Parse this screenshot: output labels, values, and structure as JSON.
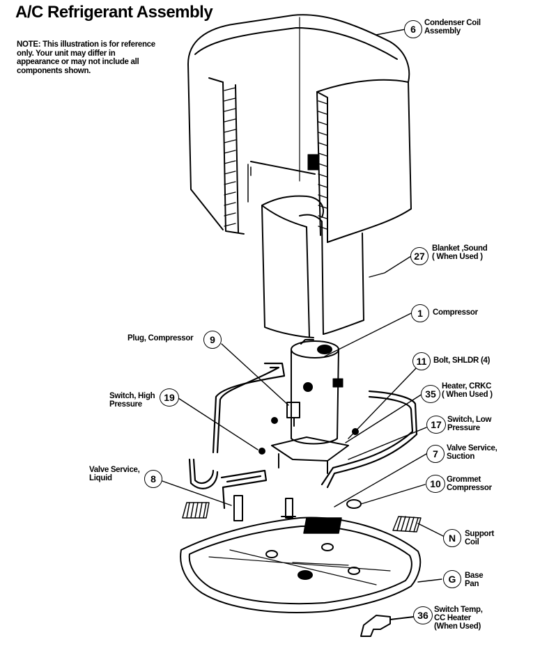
{
  "title": "A/C Refrigerant Assembly",
  "note": "NOTE: This illustration is for reference only. Your unit may differ in appearance or may not include all components shown.",
  "callouts": [
    {
      "num": "6",
      "lines": [
        "Condenser Coil",
        "Assembly"
      ]
    },
    {
      "num": "27",
      "lines": [
        "Blanket ,Sound",
        "( When Used )"
      ]
    },
    {
      "num": "1",
      "lines": [
        "Compressor"
      ]
    },
    {
      "num": "9",
      "lines": [
        "Plug, Compressor"
      ]
    },
    {
      "num": "11",
      "lines": [
        "Bolt, SHLDR (4)"
      ]
    },
    {
      "num": "35",
      "lines": [
        "Heater, CRKC",
        "( When Used )"
      ]
    },
    {
      "num": "19",
      "lines": [
        "Switch, High",
        "Pressure"
      ]
    },
    {
      "num": "17",
      "lines": [
        "Switch, Low",
        "Pressure"
      ]
    },
    {
      "num": "7",
      "lines": [
        "Valve Service,",
        "Suction"
      ]
    },
    {
      "num": "8",
      "lines": [
        "Valve Service,",
        "Liquid"
      ]
    },
    {
      "num": "10",
      "lines": [
        "Grommet",
        "Compressor"
      ]
    },
    {
      "num": "N",
      "lines": [
        "Support",
        "Coil"
      ]
    },
    {
      "num": "G",
      "lines": [
        "Base",
        "Pan"
      ]
    },
    {
      "num": "36",
      "lines": [
        "Switch Temp,",
        "CC Heater",
        "(When Used)"
      ]
    }
  ]
}
